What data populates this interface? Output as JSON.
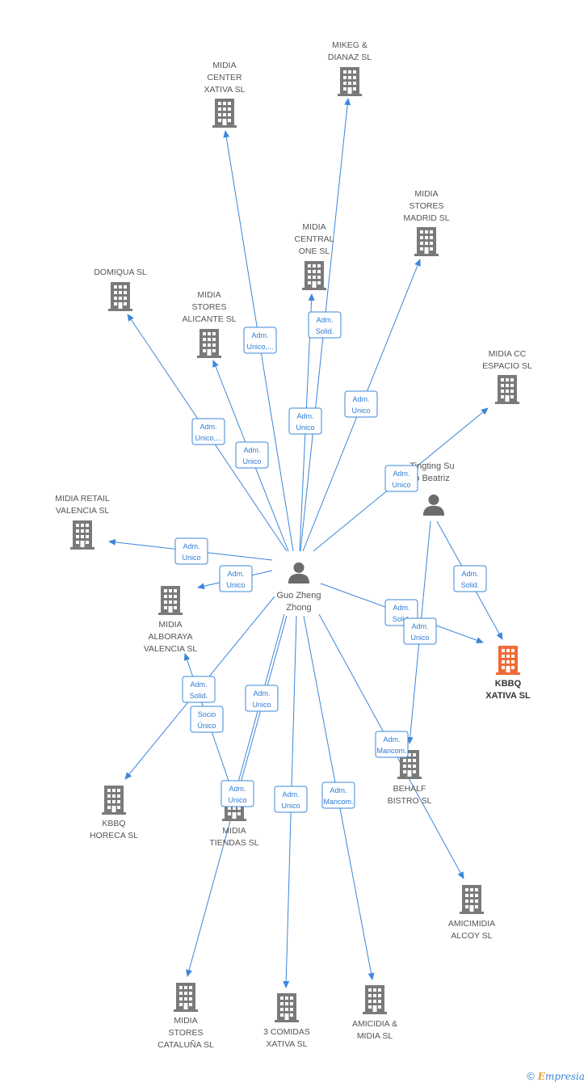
{
  "colors": {
    "edge": "#3b87d9",
    "company": "#7a7a7a",
    "highlight": "#f06a35",
    "person": "#6b6b6b"
  },
  "people": [
    {
      "id": "guo",
      "lines": [
        "Guo Zheng",
        "Zhong"
      ]
    },
    {
      "id": "tingting",
      "lines": [
        "Tingting Su",
        "o Beatriz"
      ]
    }
  ],
  "companies": [
    {
      "id": "midia_center",
      "lines": [
        "MIDIA",
        "CENTER",
        "XATIVA  SL"
      ]
    },
    {
      "id": "mikeg",
      "lines": [
        "MIKEG &",
        "DIANAZ SL"
      ]
    },
    {
      "id": "stores_madrid",
      "lines": [
        "MIDIA",
        "STORES",
        "MADRID  SL"
      ]
    },
    {
      "id": "central_one",
      "lines": [
        "MIDIA",
        "CENTRAL",
        "ONE  SL"
      ]
    },
    {
      "id": "domiqua",
      "lines": [
        "DOMIQUA SL"
      ]
    },
    {
      "id": "stores_alicante",
      "lines": [
        "MIDIA",
        "STORES",
        "ALICANTE  SL"
      ]
    },
    {
      "id": "cc_espacio",
      "lines": [
        "MIDIA CC",
        "ESPACIO  SL"
      ]
    },
    {
      "id": "retail_valencia",
      "lines": [
        "MIDIA RETAIL",
        "VALENCIA  SL"
      ]
    },
    {
      "id": "alboraya",
      "lines": [
        "MIDIA",
        "ALBORAYA",
        "VALENCIA  SL"
      ]
    },
    {
      "id": "kbbq_xativa",
      "lines": [
        "KBBQ",
        "XATIVA  SL"
      ],
      "highlight": true
    },
    {
      "id": "kbbq_horeca",
      "lines": [
        "KBBQ",
        "HORECA  SL"
      ]
    },
    {
      "id": "tiendas",
      "lines": [
        "MIDIA",
        "TIENDAS  SL"
      ]
    },
    {
      "id": "behalf",
      "lines": [
        "BEHALF",
        "BISTRO  SL"
      ]
    },
    {
      "id": "amicimidia",
      "lines": [
        "AMICIMIDIA",
        "ALCOY  SL"
      ]
    },
    {
      "id": "stores_cataluna",
      "lines": [
        "MIDIA",
        "STORES",
        "CATALUÑA  SL"
      ]
    },
    {
      "id": "comidas",
      "lines": [
        "3 COMIDAS",
        "XATIVA  SL"
      ]
    },
    {
      "id": "amicidia",
      "lines": [
        "AMICIDIA &",
        "MIDIA  SL"
      ]
    }
  ],
  "relations": [
    {
      "from": "guo",
      "to": "midia_center",
      "lines": [
        "Adm.",
        "Unico,..."
      ]
    },
    {
      "from": "guo",
      "to": "mikeg",
      "lines": [
        "Adm.",
        "Solid."
      ]
    },
    {
      "from": "guo",
      "to": "central_one",
      "lines": [
        "Adm.",
        "Unico"
      ]
    },
    {
      "from": "guo",
      "to": "stores_madrid",
      "lines": [
        "Adm.",
        "Unico"
      ]
    },
    {
      "from": "guo",
      "to": "domiqua",
      "lines": [
        "Adm.",
        "Unico,..."
      ]
    },
    {
      "from": "guo",
      "to": "stores_alicante",
      "lines": [
        "Adm.",
        "Unico"
      ]
    },
    {
      "from": "guo",
      "to": "cc_espacio",
      "lines": [
        "Adm.",
        "Unico"
      ]
    },
    {
      "from": "guo",
      "to": "retail_valencia",
      "lines": [
        "Adm.",
        "Unico"
      ]
    },
    {
      "from": "guo",
      "to": "alboraya",
      "lines": [
        "Adm.",
        "Unico"
      ]
    },
    {
      "from": "guo",
      "to": "kbbq_xativa",
      "lines": [
        "Adm.",
        "Solid."
      ]
    },
    {
      "from": "tingting",
      "to": "kbbq_xativa",
      "lines": [
        "Adm.",
        "Solid."
      ]
    },
    {
      "from": "tingting",
      "to": "behalf",
      "lines": [
        "Adm.",
        "Unico"
      ]
    },
    {
      "from": "guo",
      "to": "kbbq_horeca",
      "lines": [
        "Adm.",
        "Solid."
      ]
    },
    {
      "from": "tiendas",
      "to": "alboraya",
      "lines": [
        "Socio",
        "Único"
      ]
    },
    {
      "from": "guo",
      "to": "tiendas",
      "lines": [
        "Adm.",
        "Unico"
      ]
    },
    {
      "from": "guo",
      "to": "stores_cataluna",
      "lines": [
        "Adm.",
        "Unico"
      ]
    },
    {
      "from": "guo",
      "to": "comidas",
      "lines": [
        "Adm.",
        "Unico"
      ]
    },
    {
      "from": "guo",
      "to": "amicidia",
      "lines": [
        "Adm.",
        "Mancom."
      ]
    },
    {
      "from": "guo",
      "to": "amicimidia",
      "lines": [
        "Adm.",
        "Mancom."
      ]
    }
  ],
  "footer": {
    "copyright": "©",
    "brand_initial": "E",
    "brand_rest": "mpresia"
  }
}
